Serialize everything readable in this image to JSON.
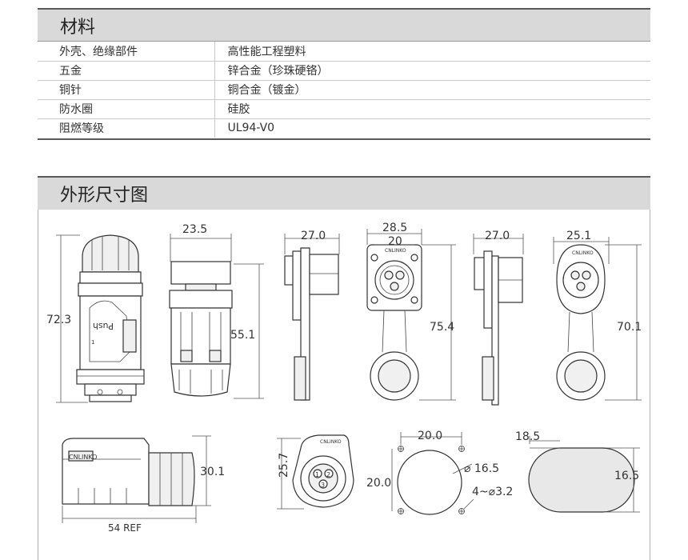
{
  "materials": {
    "title": "材料",
    "rows": [
      {
        "part": "外壳、绝缘部件",
        "material": "高性能工程塑料"
      },
      {
        "part": "五金",
        "material": "锌合金（珍珠硬铬）"
      },
      {
        "part": "铜针",
        "material": "铜合金（镀金）"
      },
      {
        "part": "防水圈",
        "material": "硅胶"
      },
      {
        "part": "阻燃等级",
        "material": "UL94-V0"
      }
    ]
  },
  "dimensions": {
    "title": "外形尺寸图",
    "labels": {
      "plug_height": "72.3",
      "plug_width": "23.5",
      "plug_body_height": "55.1",
      "rear_panel_depth": "27.0",
      "rear_flange_width": "28.5",
      "rear_hole_pitch": "20",
      "rear_height": "75.4",
      "front_panel_depth": "27.0",
      "front_width": "25.1",
      "front_height": "70.1",
      "right_angle_height": "30.1",
      "right_angle_length": "54 REF",
      "face_height": "25.7",
      "cutout_pitch_h": "20.0",
      "cutout_pitch_v": "20.0",
      "cutout_dia": "⌀ 16.5",
      "mount_holes": "4~⌀3.2",
      "round_cutout_dia": "18.5",
      "round_cutout_flat": "16.5",
      "push_text": "Push",
      "brand_text": "CNLINKO",
      "pin_1": "1",
      "pin_2": "2",
      "pin_3": "3"
    }
  }
}
